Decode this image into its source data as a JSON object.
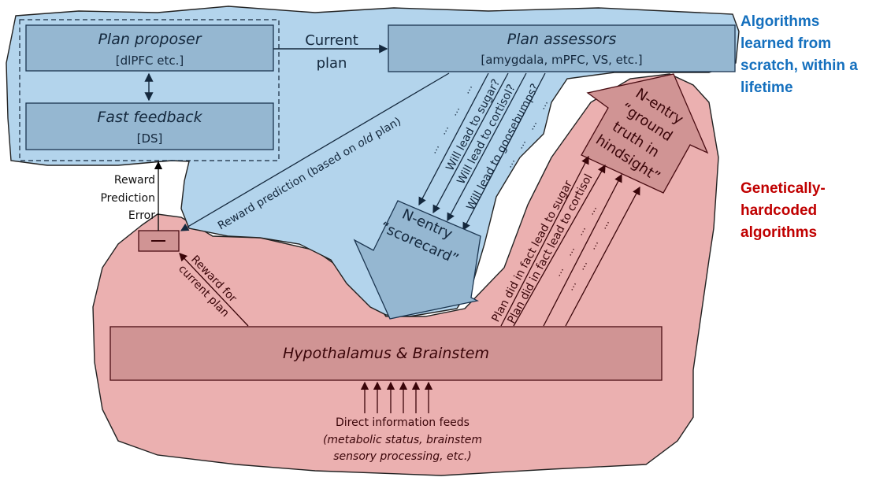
{
  "colors": {
    "learned_region": "#b3d4ec",
    "hardcoded_region": "#ebb0b0",
    "blue_box": "#95b7d1",
    "red_box": "#d09494",
    "learned_legend": "#1570be",
    "hardcoded_legend": "#c00000"
  },
  "legend": {
    "learned": "Algorithms learned from scratch, within a lifetime",
    "hardcoded": "Genetically-hardcoded algorithms"
  },
  "boxes": {
    "plan_proposer": {
      "title": "Plan proposer",
      "subtitle": "[dlPFC etc.]"
    },
    "fast_feedback": {
      "title": "Fast feedback",
      "subtitle": "[DS]"
    },
    "plan_assessors": {
      "title": "Plan assessors",
      "subtitle": "[amygdala, mPFC, VS, etc.]"
    },
    "hypothalamus": {
      "title": "Hypothalamus & Brainstem"
    },
    "subtractor": {
      "symbol": "—"
    }
  },
  "arrows": {
    "current_plan": [
      "Current",
      "plan"
    ],
    "reward_prediction": {
      "prefix": "Reward prediction (based on ",
      "italic": "old",
      "suffix": " plan)"
    },
    "rpe": [
      "Reward",
      "Prediction",
      "Error"
    ],
    "reward_for_plan": [
      "Reward for",
      "current plan"
    ],
    "assessor_outputs": [
      "Will lead to sugar?",
      "Will lead to cortisol?",
      "Will lead to goosebumps?"
    ],
    "ground_truth_inputs": [
      "Plan did in fact lead to sugar",
      "Plan did in fact lead to cortisol"
    ],
    "ellipsis": "…"
  },
  "big_arrows": {
    "scorecard": [
      "N-entry",
      "“scorecard”"
    ],
    "ground_truth": [
      "N-entry",
      "“ground",
      "truth in",
      "hindsight”"
    ]
  },
  "direct_feeds": {
    "title": "Direct information feeds",
    "detail": [
      "(metabolic status, brainstem",
      "sensory processing, etc.)"
    ]
  }
}
